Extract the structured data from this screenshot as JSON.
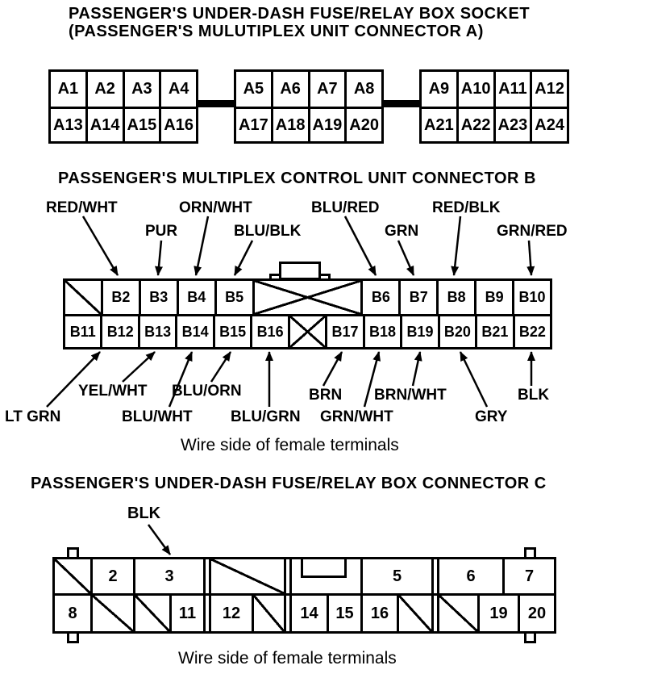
{
  "connector_a": {
    "title_line1": "PASSENGER'S UNDER-DASH FUSE/RELAY BOX SOCKET",
    "title_line2": "(PASSENGER'S MULUTIPLEX UNIT CONNECTOR A)",
    "blocks": [
      {
        "top": [
          "A1",
          "A2",
          "A3",
          "A4"
        ],
        "bottom": [
          "A13",
          "A14",
          "A15",
          "A16"
        ]
      },
      {
        "top": [
          "A5",
          "A6",
          "A7",
          "A8"
        ],
        "bottom": [
          "A17",
          "A18",
          "A19",
          "A20"
        ]
      },
      {
        "top": [
          "A9",
          "A10",
          "A11",
          "A12"
        ],
        "bottom": [
          "A21",
          "A22",
          "A23",
          "A24"
        ]
      }
    ]
  },
  "connector_b": {
    "title": "PASSENGER'S MULTIPLEX CONTROL UNIT CONNECTOR B",
    "top_wire_labels": [
      "RED/WHT",
      "PUR",
      "ORN/WHT",
      "BLU/BLK",
      "BLU/RED",
      "GRN",
      "RED/BLK",
      "GRN/RED"
    ],
    "top_row_cells": [
      "B2",
      "B3",
      "B4",
      "B5",
      "B6",
      "B7",
      "B8",
      "B9",
      "B10"
    ],
    "bottom_row_cells": [
      "B11",
      "B12",
      "B13",
      "B14",
      "B15",
      "B16",
      "B17",
      "B18",
      "B19",
      "B20",
      "B21",
      "B22"
    ],
    "bottom_wire_labels_row1": [
      "YEL/WHT",
      "BLU/ORN",
      "BRN",
      "BRN/WHT",
      "BLK"
    ],
    "bottom_wire_labels_row2": [
      "LT GRN",
      "BLU/WHT",
      "BLU/GRN",
      "GRN/WHT",
      "GRY"
    ],
    "caption": "Wire side of female terminals"
  },
  "connector_c": {
    "title": "PASSENGER'S UNDER-DASH FUSE/RELAY BOX CONNECTOR C",
    "wire_label": "BLK",
    "top_row_cells": [
      "2",
      "3",
      "5",
      "6",
      "7"
    ],
    "bottom_row_cells": [
      "8",
      "11",
      "12",
      "14",
      "15",
      "16",
      "19",
      "20"
    ],
    "caption": "Wire side of female terminals"
  }
}
